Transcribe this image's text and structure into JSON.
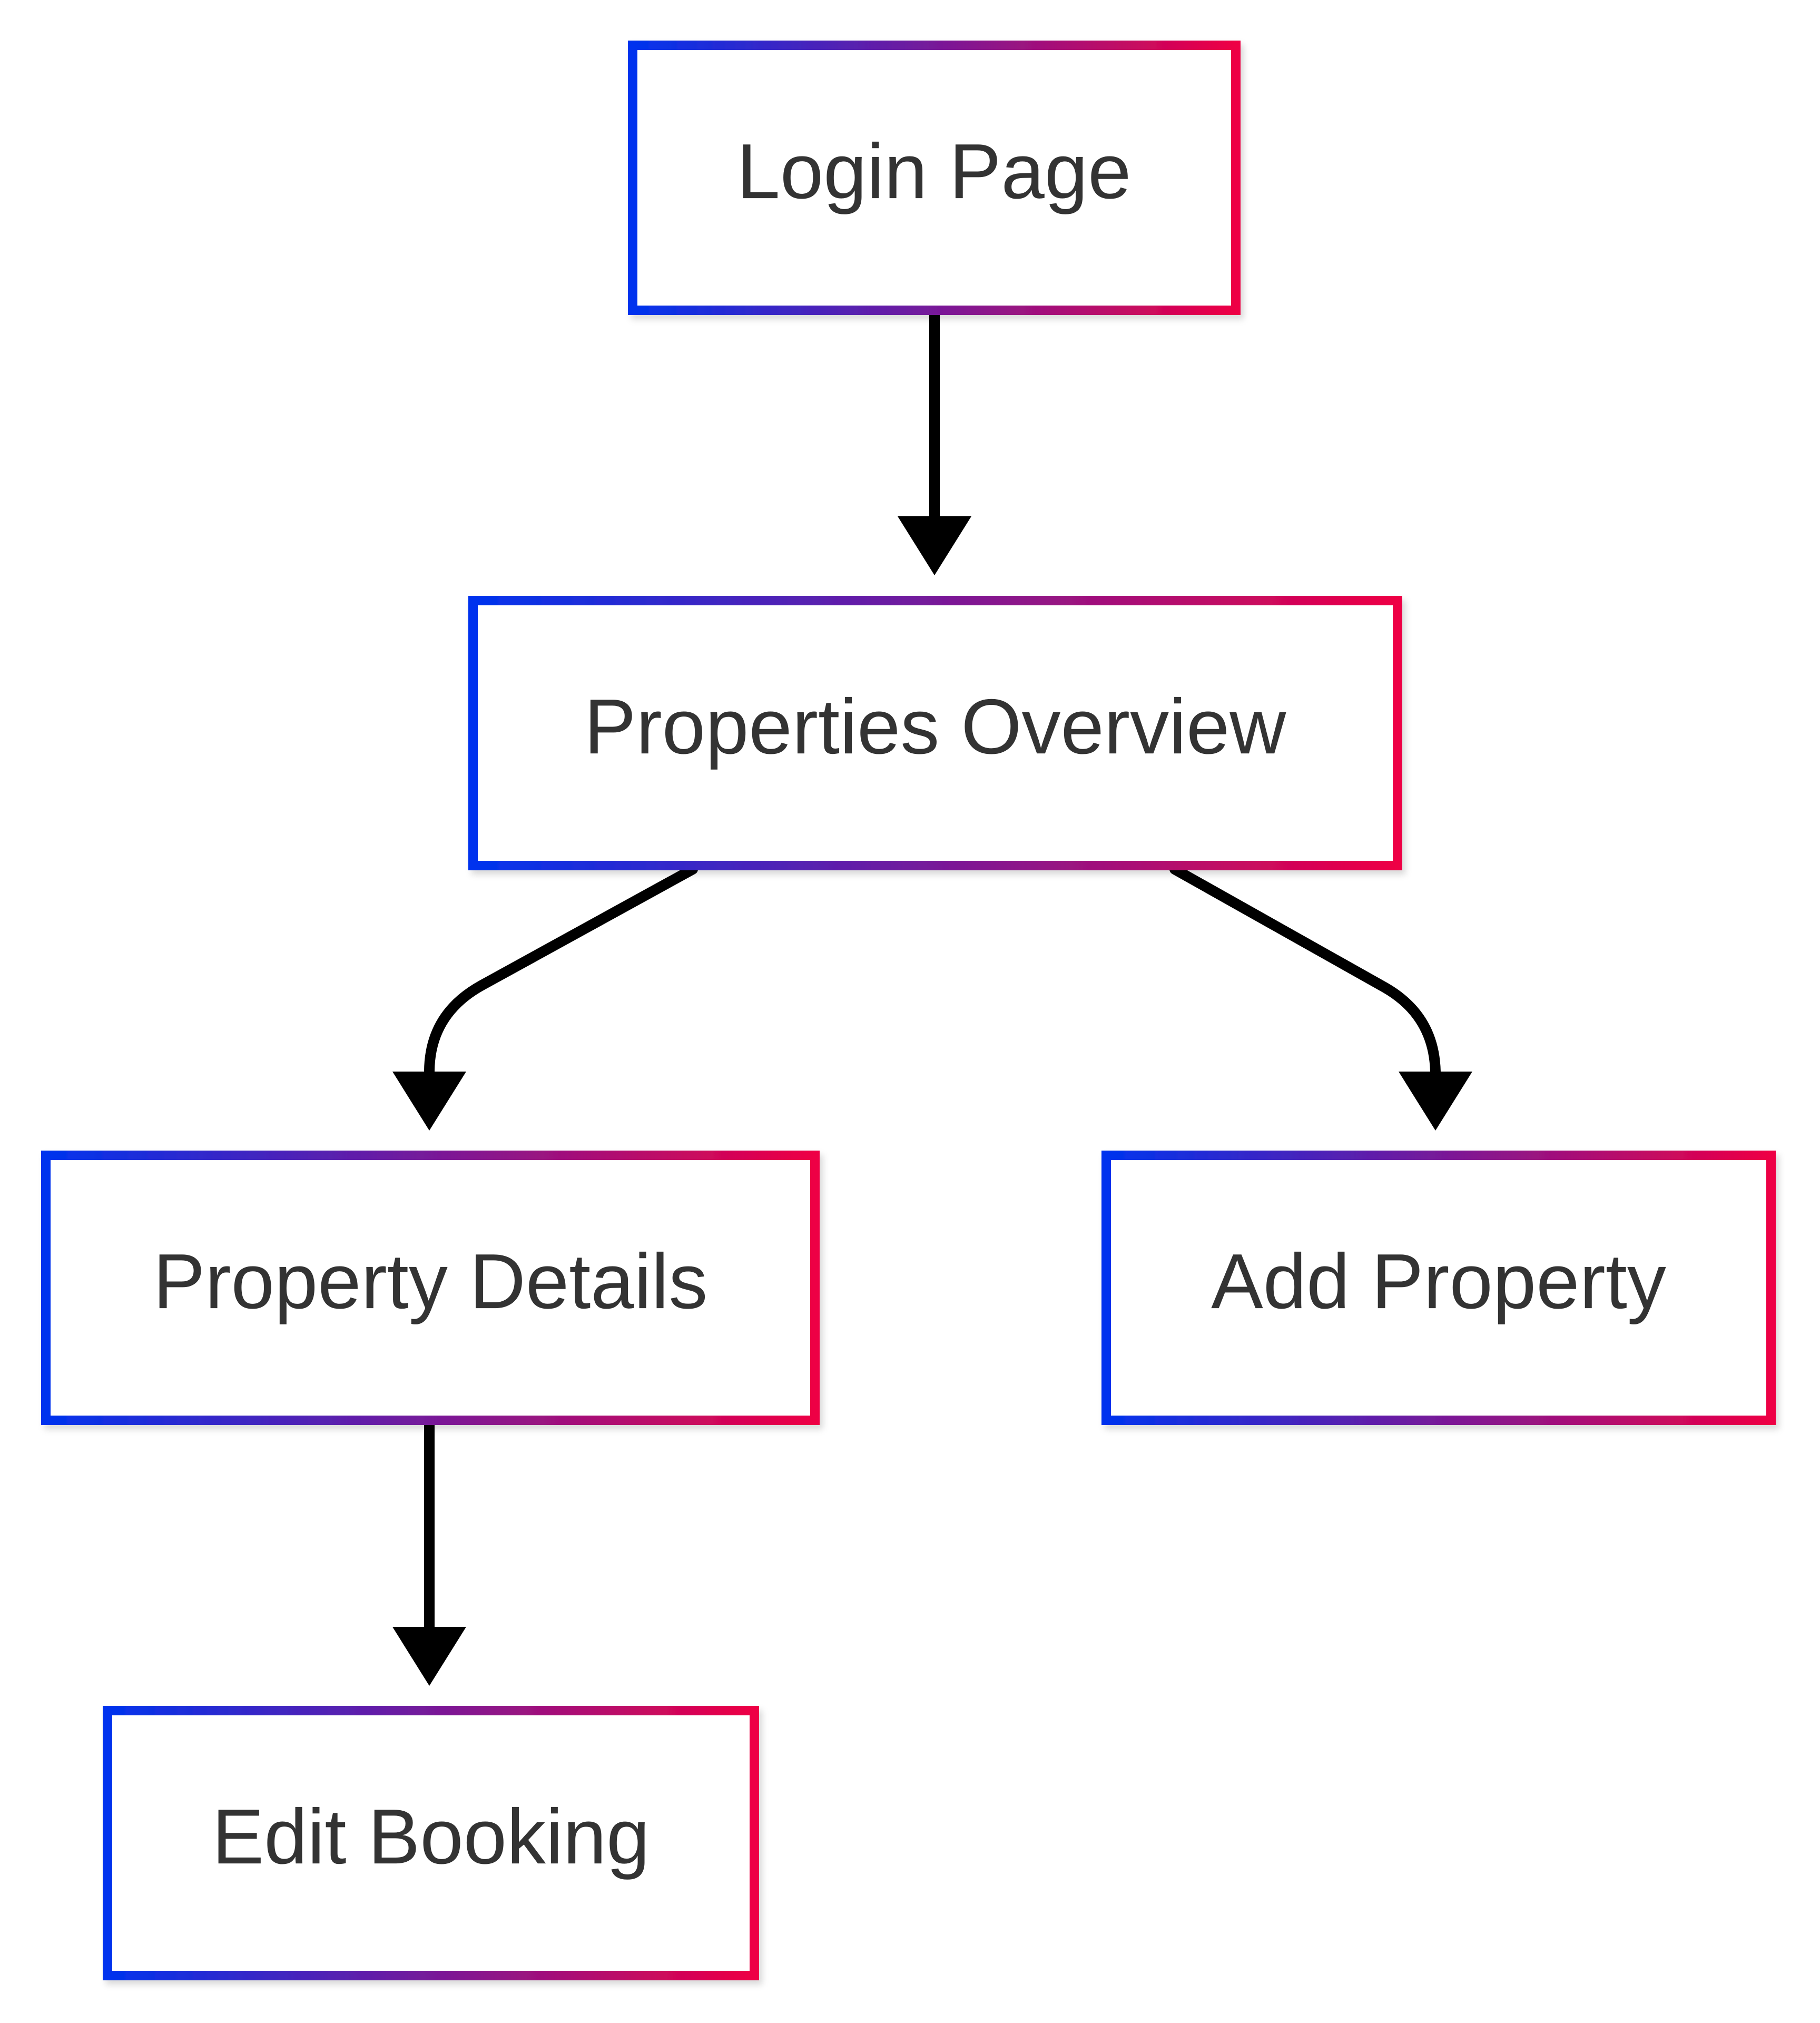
{
  "colors": {
    "border_start": "#0033ee",
    "border_end": "#ee0044",
    "text": "#333333",
    "edge": "#000000",
    "background": "#ffffff"
  },
  "nodes": [
    {
      "id": "login",
      "label": "Login Page"
    },
    {
      "id": "overview",
      "label": "Properties Overview"
    },
    {
      "id": "details",
      "label": "Property Details"
    },
    {
      "id": "add",
      "label": "Add Property"
    },
    {
      "id": "edit",
      "label": "Edit Booking"
    }
  ],
  "edges": [
    {
      "from": "login",
      "to": "overview"
    },
    {
      "from": "overview",
      "to": "details"
    },
    {
      "from": "overview",
      "to": "add"
    },
    {
      "from": "details",
      "to": "edit"
    }
  ]
}
